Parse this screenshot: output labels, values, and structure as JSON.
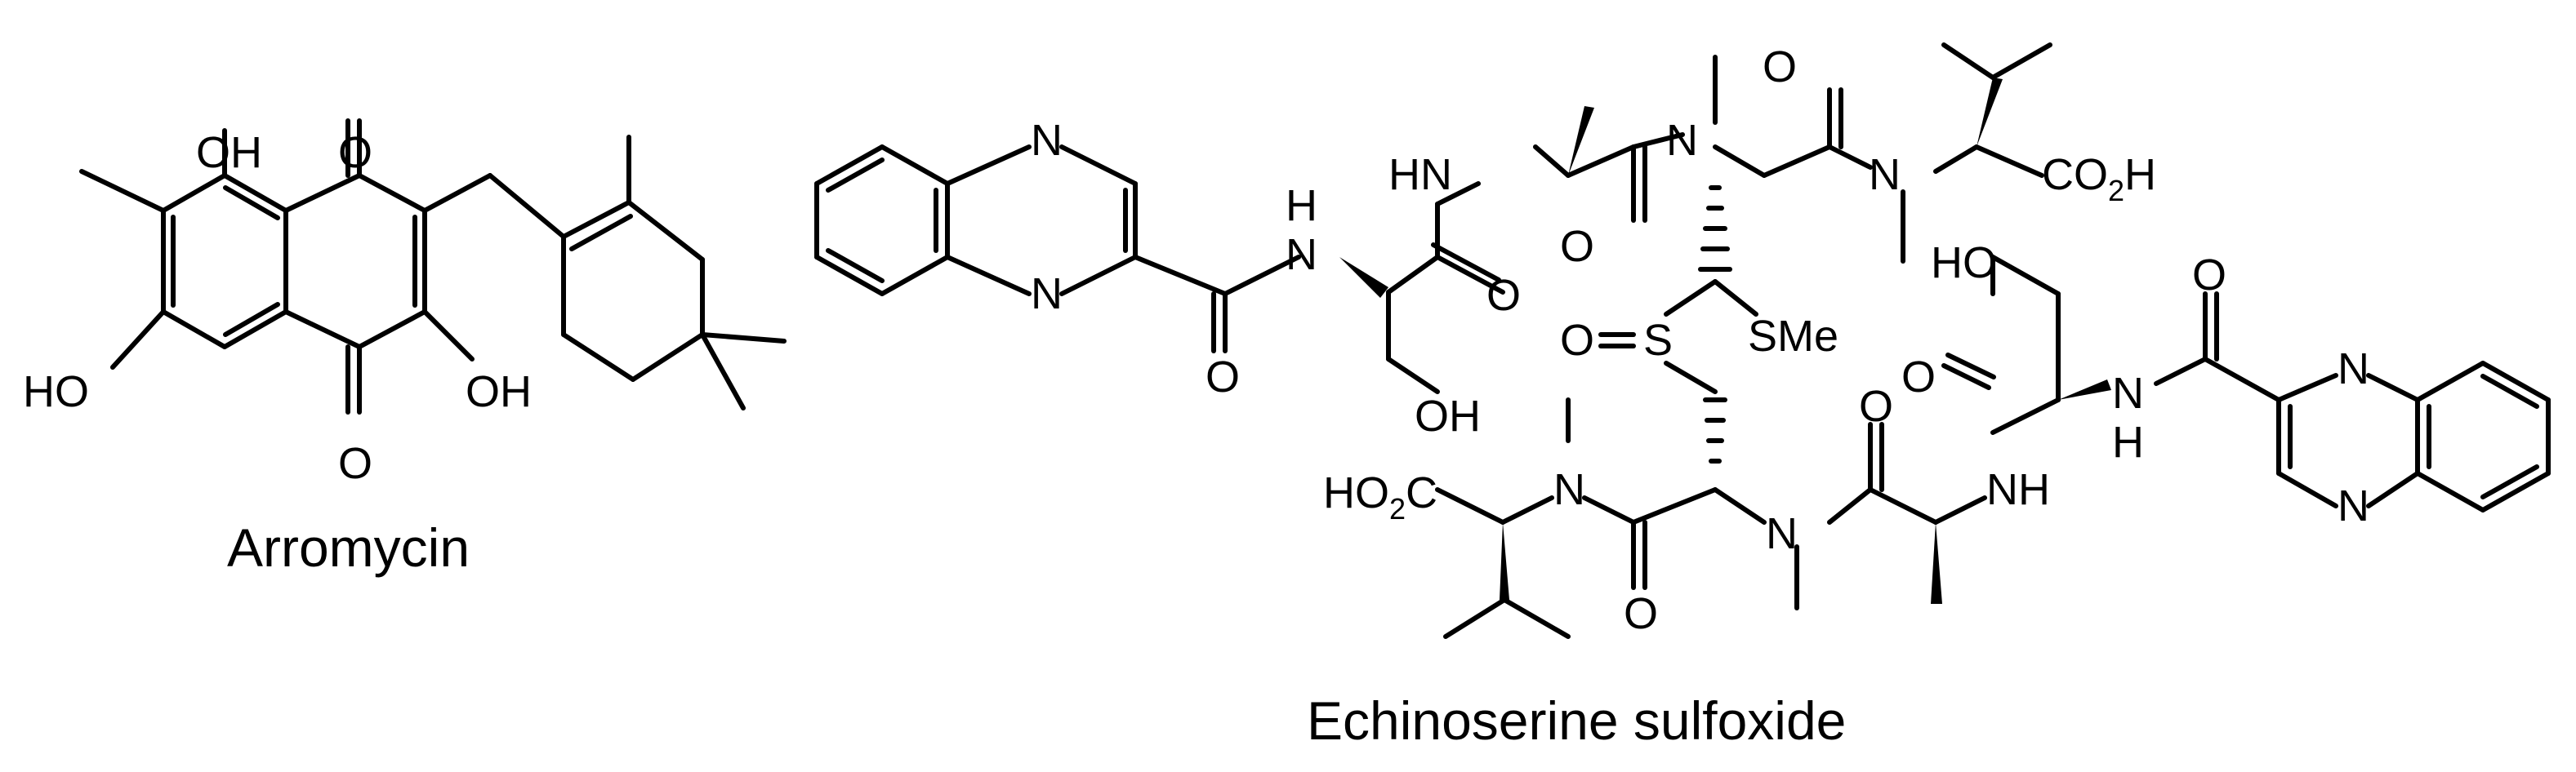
{
  "compounds": [
    {
      "name": "Arromycin",
      "atom_labels": {
        "hydroxyl_top": "OH",
        "carbonyl_top": "O",
        "hydroxyl_left": "HO",
        "hydroxyl_right": "OH",
        "carbonyl_bottom": "O"
      }
    },
    {
      "name": "Echinoserine sulfoxide",
      "atom_labels": {
        "quinoxaline_left_n1": "N",
        "quinoxaline_left_n2": "N",
        "amide_nh_left_h": "H",
        "amide_nh_left_n": "N",
        "carbonyl_o_1": "O",
        "carbonyl_o_2": "O",
        "serine_oh_left": "OH",
        "amide_hn_top": "HN",
        "carbonyl_o_3": "O",
        "n_methyl_top": "N",
        "carbonyl_o_4": "O",
        "n_methyl_right": "N",
        "carboxyl_right": "CO",
        "carboxyl_right_sub": "2",
        "carboxyl_right_h": "H",
        "sulfoxide_o": "O",
        "sulfoxide_s": "S",
        "smethyl": "SMe",
        "serine_ho_right": "HO",
        "carbonyl_o_5": "O",
        "carbonyl_o_6": "O",
        "amide_nh_right_n": "N",
        "amide_nh_right_h": "H",
        "quinoxaline_right_n1": "N",
        "quinoxaline_right_n2": "N",
        "carboxyl_left_ho": "HO",
        "carboxyl_left_sub": "2",
        "carboxyl_left_c": "C",
        "n_methyl_bottom_left": "N",
        "carbonyl_o_7": "O",
        "n_methyl_bottom": "N",
        "carbonyl_o_8": "O",
        "amide_nh_bottom": "NH"
      }
    }
  ]
}
